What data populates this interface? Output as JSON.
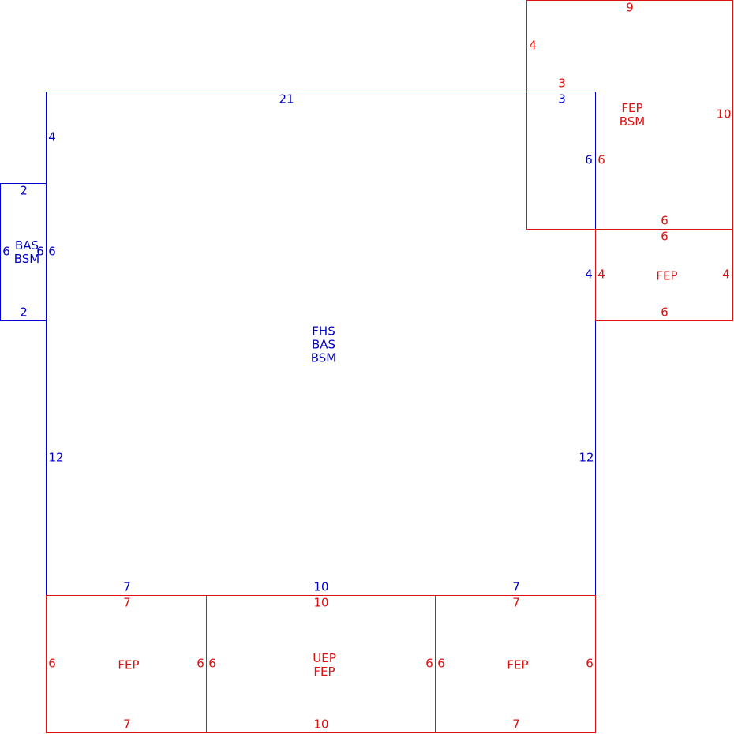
{
  "colors": {
    "blue": "#0000cc",
    "red": "#dd1111"
  },
  "main_room": {
    "tags": [
      "FHS",
      "BAS",
      "BSM"
    ],
    "dims": {
      "top": "21",
      "top_right": "3",
      "left_upper": "4",
      "right_upper": "6",
      "right_mid": "4",
      "left_lower": "12",
      "right_lower": "12",
      "bottom_left": "7",
      "bottom_mid": "10",
      "bottom_right": "7"
    }
  },
  "left_room": {
    "tags": [
      "BAS",
      "BSM"
    ],
    "dims": {
      "top": "2",
      "bottom": "2",
      "left": "6",
      "right_inner": "6",
      "right_outer": "6"
    }
  },
  "top_right_room": {
    "tags": [
      "FEP",
      "BSM"
    ],
    "dims": {
      "top": "9",
      "left": "4",
      "left_bottom": "3",
      "right": "10",
      "inner": "6",
      "bottom": "6"
    }
  },
  "mid_right_room": {
    "tags": [
      "FEP"
    ],
    "dims": {
      "top": "6",
      "left": "4",
      "right": "4",
      "bottom": "6"
    }
  },
  "bottom_left_room": {
    "tags": [
      "FEP"
    ],
    "dims": {
      "top": "7",
      "bottom": "7",
      "left": "6",
      "right": "6"
    }
  },
  "bottom_mid_room": {
    "tags": [
      "UEP",
      "FEP"
    ],
    "dims": {
      "top": "10",
      "bottom": "10",
      "left": "6",
      "right": "6"
    }
  },
  "bottom_right_room": {
    "tags": [
      "FEP"
    ],
    "dims": {
      "top": "7",
      "bottom": "7",
      "left": "6",
      "right": "6"
    }
  }
}
